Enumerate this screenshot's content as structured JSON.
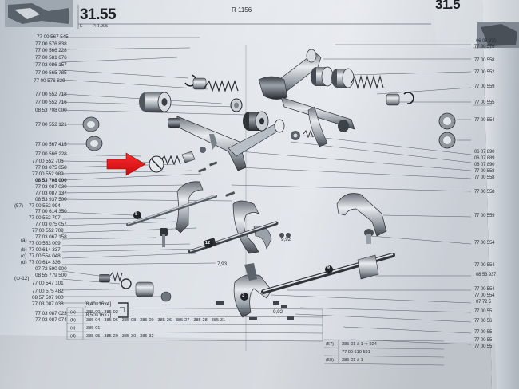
{
  "header": {
    "page_number": "31.55",
    "page_code_letter": "E",
    "page_code": "P.R.905",
    "vehicle_ref": "R 1156",
    "right_page_number": "31.5"
  },
  "left_parts": [
    {
      "number": "77 00 567 545"
    },
    {
      "number": "77 00 576 838"
    },
    {
      "number": "77 00 566 228"
    },
    {
      "number": "77 00 581 676"
    },
    {
      "number": "77 03 086 157"
    },
    {
      "number": "77 00 565 785"
    },
    {
      "number": "77 00 576 839"
    },
    {
      "number": "77 00 552 718"
    },
    {
      "number": "77 00 552 716"
    },
    {
      "number": "08 53 708 000"
    },
    {
      "number": "77 00 552 121"
    },
    {
      "number": "77 00 567 415"
    },
    {
      "number": "77 00 566 228"
    },
    {
      "number": "77 00 552 706"
    },
    {
      "number": "77 03 075 058"
    },
    {
      "number": "77 00 552 989"
    },
    {
      "number": "08 53 708 000"
    },
    {
      "number": "77 03 087 030"
    },
    {
      "number": "77 03 087 137"
    },
    {
      "number": "08 53 937 500"
    },
    {
      "number": "77 00 552 994"
    },
    {
      "number": "77 00 614 350"
    },
    {
      "number": "77 00 552 707"
    },
    {
      "number": "77 03 075 057"
    },
    {
      "number": "77 00 552 709"
    },
    {
      "number": "77 03 067 158"
    },
    {
      "number": "77 00 553 009"
    },
    {
      "number": "77 00 614 337"
    },
    {
      "number": "77 00 554 048"
    },
    {
      "number": "77 00 614 336"
    },
    {
      "number": "07 72 590 900"
    },
    {
      "number": "08 55 779 500"
    },
    {
      "number": "77 00 547 101"
    },
    {
      "number": "77 00 575 482"
    },
    {
      "number": "08 57 597 900"
    },
    {
      "number": "77 03 087 038"
    },
    {
      "number": "77 03 087 023"
    },
    {
      "number": "77 03 087 074"
    }
  ],
  "left_markers": [
    "(57)",
    "(a)",
    "(b)",
    "(c)",
    "(d)",
    "(⊙-12)"
  ],
  "right_parts": [
    {
      "number": "06 08 970"
    },
    {
      "number": "77 00 576"
    },
    {
      "number": "77 00 558"
    },
    {
      "number": "77 00 552"
    },
    {
      "number": "77 00 559"
    },
    {
      "number": "77 00 555"
    },
    {
      "number": "77 00 554"
    },
    {
      "number": "06 07 890"
    },
    {
      "number": "06 07 889"
    },
    {
      "number": "06 07 890"
    },
    {
      "number": "77 00 558"
    },
    {
      "number": "77 00 558"
    },
    {
      "number": "77 00 558"
    },
    {
      "number": "77 00 559"
    },
    {
      "number": "77 00 554"
    },
    {
      "number": "77 00 554"
    },
    {
      "number": "08 53 937"
    },
    {
      "number": "77 00 554"
    },
    {
      "number": "77 00 554"
    },
    {
      "number": "07 72 5"
    },
    {
      "number": "77 00 55"
    },
    {
      "number": "77 00 56"
    },
    {
      "number": "77 00 55"
    },
    {
      "number": "77 00 55"
    },
    {
      "number": "77 00 55"
    }
  ],
  "dimensions": [
    {
      "label": "[8,40×16×4]"
    },
    {
      "label": "[8,50×16×7]"
    },
    {
      "label": "9,92"
    },
    {
      "label": "7,93"
    },
    {
      "label": "9,92"
    }
  ],
  "callouts": [
    {
      "symbol": "8"
    },
    {
      "symbol": "12"
    },
    {
      "symbol": "R"
    },
    {
      "symbol": "3"
    }
  ],
  "application_table": {
    "rows": [
      {
        "key": "(a)",
        "codes": "385-00 · 385-02"
      },
      {
        "key": "(b)",
        "codes": "385-04 · 385-06 · 385-08 · 385-09 · 385-26 · 385-27 · 385-28 · 385-31"
      },
      {
        "key": "(c)",
        "codes": "385-01"
      },
      {
        "key": "(d)",
        "codes": "385-05 · 385-20 · 385-30 · 385-32"
      }
    ],
    "right_rows": [
      {
        "key": "(57)",
        "codes": "385-01 à 1 ⇨ 924"
      },
      {
        "key": "",
        "codes": "77 00 610 591"
      },
      {
        "key": "(58)",
        "codes": "385-01 à 1"
      }
    ]
  },
  "arrow": {
    "color": "#e2141a"
  }
}
